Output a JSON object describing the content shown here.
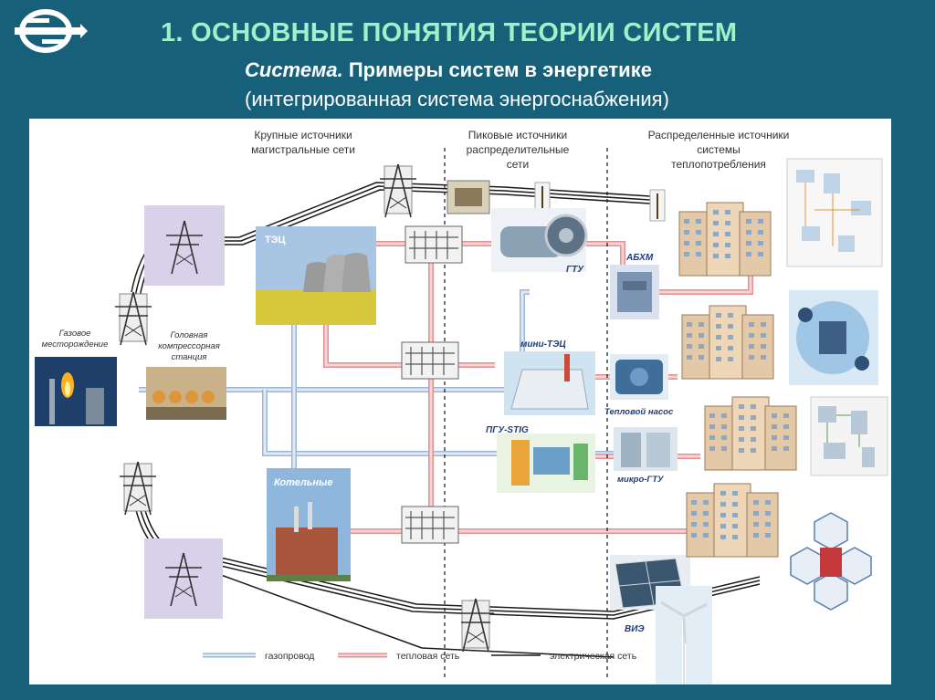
{
  "header": {
    "title": "1. ОСНОВНЫЕ ПОНЯТИЯ ТЕОРИИ СИСТЕМ",
    "subtitle_em": "Система.",
    "subtitle_rest": " Примеры систем в энергетике",
    "subtitle2": "(интегрированная система  энергоснабжения)"
  },
  "columns": {
    "col1": [
      "Крупные источники",
      "магистральные сети"
    ],
    "col2": [
      "Пиковые источники",
      "распределительные",
      "сети"
    ],
    "col3": [
      "Распределенные источники",
      "системы",
      "теплопотребления"
    ]
  },
  "labels": {
    "gas_field": [
      "Газовое",
      "месторождение"
    ],
    "compressor": [
      "Головная",
      "компрессорная",
      "станция"
    ],
    "tec": "ТЭЦ",
    "gtu": "ГТУ",
    "abhm": "АБХМ",
    "mini_tec": "мини-ТЭЦ",
    "heat_pump": "Тепловой насос",
    "pgu": "ПГУ-STIG",
    "micro_gtu": "микро-ГТУ",
    "boilers": "Котельные",
    "vie": "ВИЭ"
  },
  "legend": {
    "gas": "газопровод",
    "heat": "тепловая сеть",
    "electric": "электрическая сеть"
  },
  "colors": {
    "background": "#17607a",
    "title": "#9ff1c9",
    "gas_pipe": "#b7cde6",
    "heat_pipe": "#eda1a3",
    "electric": "#1a1a1a"
  }
}
